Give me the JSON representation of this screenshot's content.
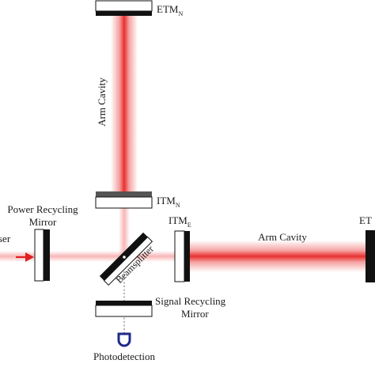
{
  "colors": {
    "beam": "#e8302f",
    "laser_arrow": "#e02020",
    "mirror_dark": "#111111",
    "itm_north_top": "#555555",
    "photodetector": "#1f2a8a",
    "detection_line": "#9a9a9a"
  },
  "labels": {
    "etm_north": {
      "main": "ETM",
      "sub": "N"
    },
    "itm_north": {
      "main": "ITM",
      "sub": "N"
    },
    "itm_east": {
      "main": "ITM",
      "sub": "E"
    },
    "etm_east": "ET",
    "arm_cavity_north": "Arm Cavity",
    "arm_cavity_east": "Arm Cavity",
    "power_recycling_line1": "Power Recycling",
    "power_recycling_line2": "Mirror",
    "laser": "ser",
    "beamsplitter": "Beamsplitter",
    "signal_recycling_line1": "Signal Recycling",
    "signal_recycling_line2": "Mirror",
    "photodetection": "Photodetection"
  },
  "icons": {
    "photodetector": "photodetector-icon",
    "laser_arrow": "laser-arrow-icon"
  }
}
